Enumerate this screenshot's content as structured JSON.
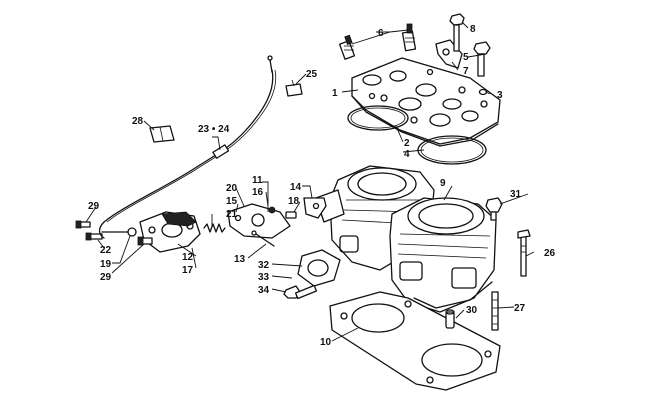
{
  "callouts": {
    "c1": "1",
    "c2": "2",
    "c3": "3",
    "c4": "4",
    "c5": "5",
    "c6": "6",
    "c7": "7",
    "c8": "8",
    "c9": "9",
    "c10": "10",
    "c11": "11",
    "c12": "12",
    "c13": "13",
    "c14": "14",
    "c15": "15",
    "c16": "16",
    "c17": "17",
    "c18": "18",
    "c19": "19",
    "c20": "20",
    "c21": "21",
    "c22": "22",
    "c23_24": "23 • 24",
    "c25": "25",
    "c26": "26",
    "c27": "27",
    "c28": "28",
    "c29a": "29",
    "c29b": "29",
    "c30": "30",
    "c31": "31",
    "c32": "32",
    "c33": "33",
    "c34": "34"
  }
}
